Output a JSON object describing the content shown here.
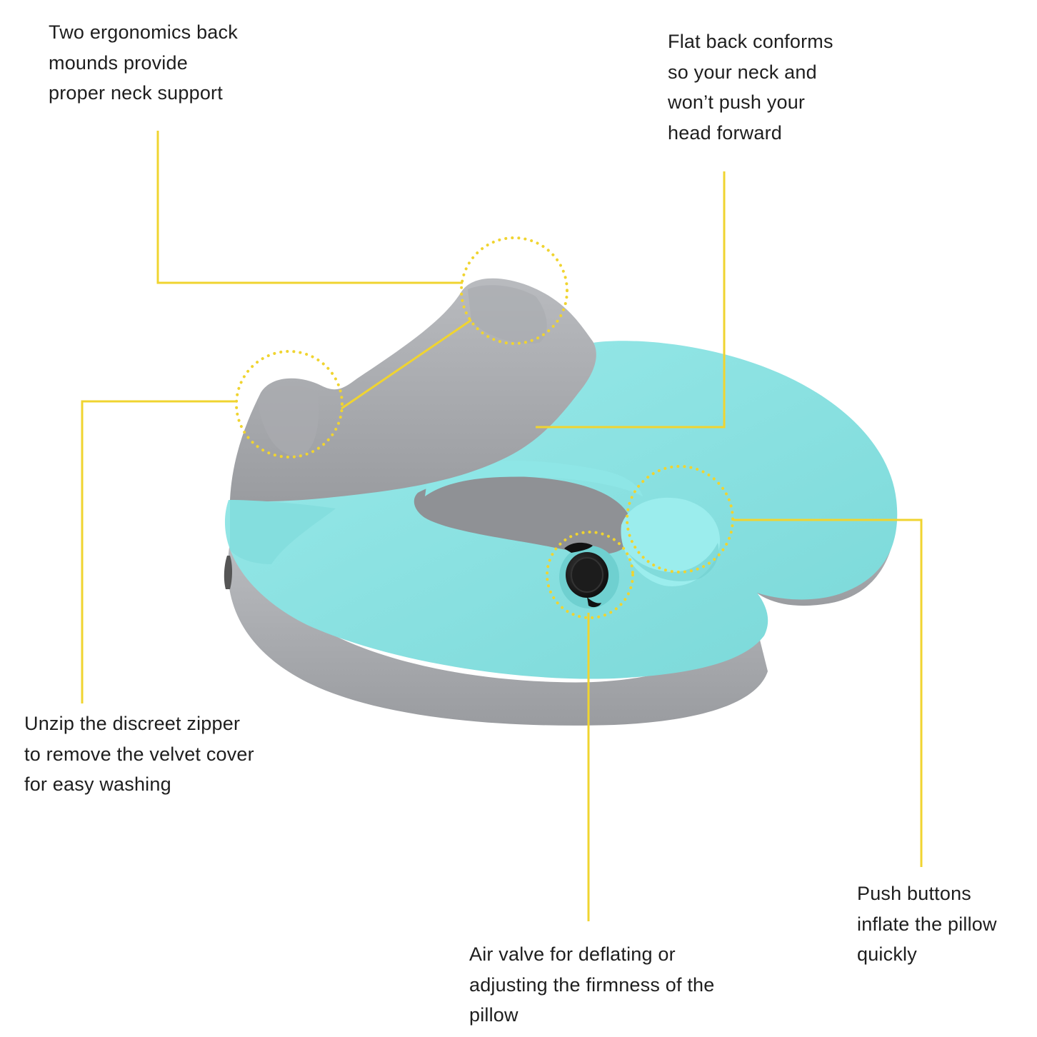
{
  "colors": {
    "accent_line": "#f0d430",
    "pillow_aqua": "#86e3e3",
    "pillow_aqua_shadow": "#6ccccc",
    "pillow_grey": "#9c9ea2",
    "pillow_grey_light": "#b4b6ba",
    "valve_black": "#1a1a1a",
    "text": "#1e1e1e"
  },
  "callouts": {
    "mounds": {
      "lines": [
        "Two ergonomics back",
        "mounds provide",
        "proper neck support"
      ]
    },
    "flat_back": {
      "lines": [
        "Flat back conforms",
        "so your neck and",
        "won’t push your",
        "head forward"
      ]
    },
    "zipper": {
      "lines": [
        "Unzip the discreet zipper",
        "to remove the velvet cover",
        "for easy washing"
      ]
    },
    "air_valve": {
      "lines": [
        "Air valve for deflating or",
        "adjusting the firmness of the",
        "pillow"
      ]
    },
    "push_buttons": {
      "lines": [
        "Push buttons",
        "inflate the pillow",
        "quickly"
      ]
    }
  }
}
